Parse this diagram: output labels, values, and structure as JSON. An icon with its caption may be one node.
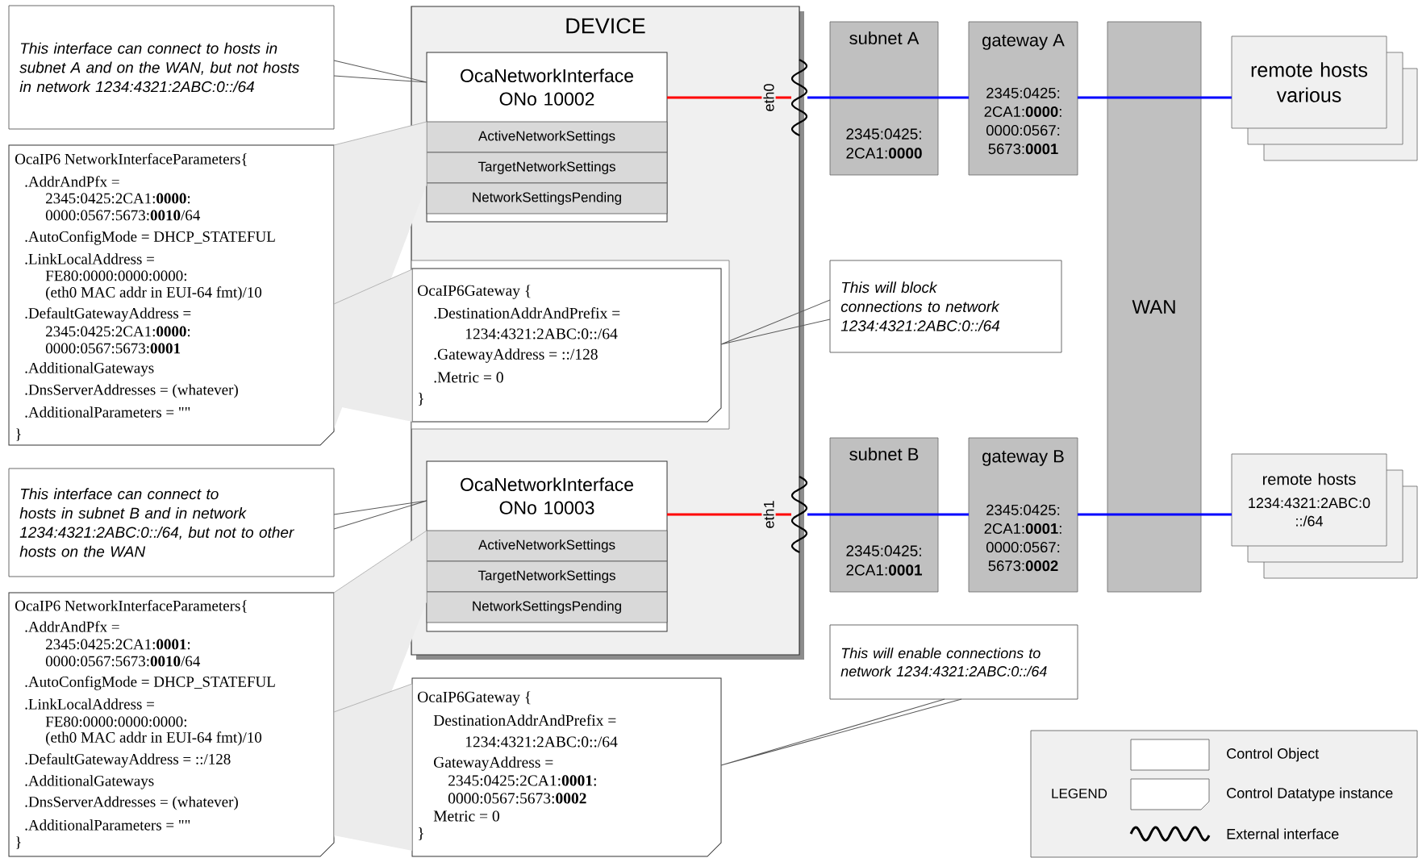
{
  "diagram": {
    "nodes": [
      {
        "text": [
          "This interface can connect to hosts in subnet A and on the WAN, but not hosts in network 1234:4321:2ABC:0::/64"
        ]
      },
      {
        "text": [
          "OcaIP6 NetworkInterfaceParameters{",
          ".AddrAndPfx =",
          "2345:0425:2CA1:**0000**:",
          "0000:0567:5673:**0010**/64",
          ".AutoConfigMode = DHCP_STATEFUL",
          ".LinkLocalAddress =",
          "FE80:0000:0000:0000:",
          "(eth0 MAC addr in EUI-64 fmt)/10",
          ".DefaultGatewayAddress =",
          "2345:0425:2CA1:**0000**:",
          "0000:0567:5673:**0001**",
          ".AdditionalGateways",
          ".DnsServerAddresses = (whatever)",
          ".AdditionalParameters = \"\"",
          "}"
        ]
      },
      {
        "text": [
          "This interface can connect to hosts in subnet B and in network 1234:4321:2ABC:0::/64, but not to other hosts on the WAN"
        ]
      },
      {
        "text": [
          "OcaIP6 NetworkInterfaceParameters{",
          ".AddrAndPfx =",
          "2345:0425:2CA1:**0001**:",
          "0000:0567:5673:**0010**/64",
          ".AutoConfigMode = DHCP_STATEFUL",
          ".LinkLocalAddress =",
          "FE80:0000:0000:0000:",
          "(eth0 MAC addr in EUI-64 fmt)/10",
          ".DefaultGatewayAddress = ::/128",
          ".AdditionalGateways",
          ".DnsServerAddresses = (whatever)",
          ".AdditionalParameters = \"\"",
          "}"
        ]
      },
      {
        "text": [
          "DEVICE"
        ]
      },
      {
        "text": [
          "OcaNetworkInterface ONo 10002"
        ],
        "in": 4
      },
      {
        "text": [
          "ActiveNetworkSettings"
        ],
        "in": 5
      },
      {
        "text": [
          "TargetNetworkSettings"
        ],
        "in": 5
      },
      {
        "text": [
          "NetworkSettingsPending"
        ],
        "in": 5
      },
      {
        "text": [
          "OcaIP6Gateway {",
          ".DestinationAddrAndPrefix =",
          "1234:4321:2ABC:0::/64",
          ".GatewayAddress = ::/128",
          ".Metric = 0",
          "}"
        ],
        "in": 4
      },
      {
        "text": [
          "OcaNetworkInterface ONo 10003"
        ],
        "in": 4
      },
      {
        "text": [
          "ActiveNetworkSettings"
        ],
        "in": 10
      },
      {
        "text": [
          "TargetNetworkSettings"
        ],
        "in": 10
      },
      {
        "text": [
          "NetworkSettingsPending"
        ],
        "in": 10
      },
      {
        "text": [
          "OcaIP6Gateway {",
          "DestinationAddrAndPrefix =",
          "1234:4321:2ABC:0::/64",
          "GatewayAddress =",
          "2345:0425:2CA1:**0001**:",
          "0000:0567:5673:**0002**",
          "Metric = 0",
          "}"
        ]
      },
      {
        "text": [],
        "shape": "wave",
        "beside": [
          "eth0"
        ]
      },
      {
        "text": [],
        "shape": "wave",
        "beside": [
          "eth1"
        ]
      },
      {
        "text": [
          "subnet A",
          "2345:0425: 2CA1:**0000**"
        ]
      },
      {
        "text": [
          "gateway A",
          "2345:0425: 2CA1:**0000**: 0000:0567: 5673:**0001**"
        ]
      },
      {
        "text": [
          "WAN"
        ]
      },
      {
        "text": [
          "remote hosts various"
        ]
      },
      {
        "text": [
          "subnet B",
          "2345:0425: 2CA1:**0001**"
        ]
      },
      {
        "text": [
          "gateway B",
          "2345:0425: 2CA1:**0001**: 0000:0567: 5673:**0002**"
        ]
      },
      {
        "text": [
          "remote hosts",
          "1234:4321:2ABC:0 ::/64"
        ]
      },
      {
        "text": [
          "This will block connections to network 1234:4321:2ABC:0::/64"
        ]
      },
      {
        "text": [
          "This will enable connections to network 1234:4321:2ABC:0::/64"
        ]
      }
    ],
    "edges": [
      {
        "from": 0,
        "to": 5,
        "arrow": "none",
        "color": "#595959"
      },
      {
        "from": 1,
        "to": 5,
        "arrow": "none",
        "color": "#a6a6a6"
      },
      {
        "from": 1,
        "to": 9,
        "arrow": "none",
        "color": "#a6a6a6"
      },
      {
        "from": 2,
        "to": 10,
        "arrow": "none",
        "color": "#595959"
      },
      {
        "from": 3,
        "to": 10,
        "arrow": "none",
        "color": "#a6a6a6"
      },
      {
        "from": 3,
        "to": 14,
        "arrow": "none",
        "color": "#a6a6a6"
      },
      {
        "from": 24,
        "to": 9,
        "arrow": "none",
        "color": "#595959"
      },
      {
        "from": 25,
        "to": 14,
        "arrow": "none",
        "color": "#595959"
      },
      {
        "from": 5,
        "to": 15,
        "arrow": "none",
        "color": "#ff0000"
      },
      {
        "from": 15,
        "to": 17,
        "arrow": "none",
        "color": "#0000ff"
      },
      {
        "from": 17,
        "to": 18,
        "arrow": "none",
        "color": "#0000ff"
      },
      {
        "from": 18,
        "to": 19,
        "arrow": "none",
        "color": "#0000ff"
      },
      {
        "from": 19,
        "to": 20,
        "arrow": "none",
        "color": "#0000ff"
      },
      {
        "from": 10,
        "to": 16,
        "arrow": "none",
        "color": "#ff0000"
      },
      {
        "from": 16,
        "to": 21,
        "arrow": "none",
        "color": "#0000ff"
      },
      {
        "from": 21,
        "to": 22,
        "arrow": "none",
        "color": "#0000ff"
      },
      {
        "from": 22,
        "to": 19,
        "arrow": "none",
        "color": "#0000ff"
      },
      {
        "from": 19,
        "to": 23,
        "arrow": "none",
        "color": "#0000ff"
      }
    ],
    "labels": [
      "LEGEND"
    ],
    "legend": [
      {
        "text": "Control Object"
      },
      {
        "text": "Control Datatype instance"
      },
      {
        "text": "External interface"
      }
    ]
  }
}
